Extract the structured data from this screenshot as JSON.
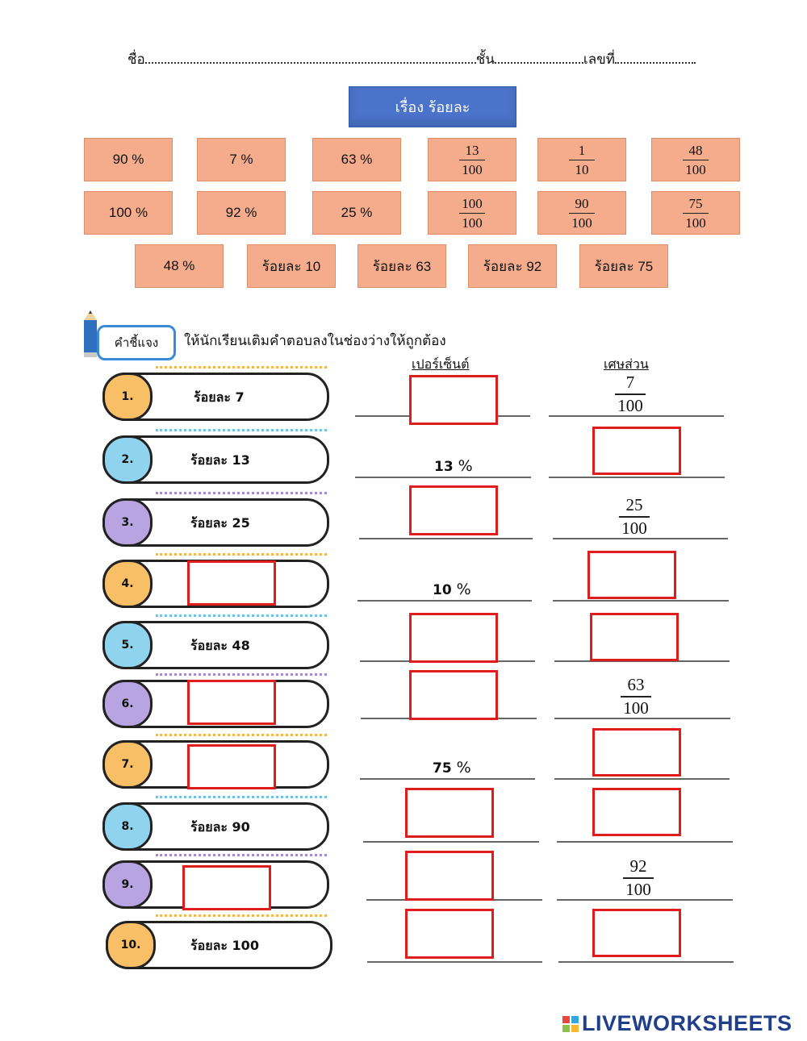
{
  "header": {
    "name_label": "ชื่อ",
    "class_label": "ชั้น",
    "number_label": "เลขที่"
  },
  "title": "เรื่อง  ร้อยละ",
  "tiles": {
    "row1": [
      "90 %",
      "7 %",
      "63 %",
      {
        "num": "13",
        "den": "100"
      },
      {
        "num": "1",
        "den": "10"
      },
      {
        "num": "48",
        "den": "100"
      }
    ],
    "row2": [
      "100 %",
      "92 %",
      "25 %",
      {
        "num": "100",
        "den": "100"
      },
      {
        "num": "90",
        "den": "100"
      },
      {
        "num": "75",
        "den": "100"
      }
    ],
    "row3": [
      "48 %",
      "ร้อยละ 10",
      "ร้อยละ 63",
      "ร้อยละ 92",
      "ร้อยละ 75"
    ]
  },
  "instruction": {
    "label": "คำชี้แจง",
    "text": "ให้นักเรียนเติมคำตอบลงในช่องว่างให้ถูกต้อง"
  },
  "columns": {
    "percent": "เปอร์เซ็นต์",
    "fraction": "เศษส่วน"
  },
  "rows": [
    {
      "num": "1.",
      "label": "ร้อยละ   7",
      "percent": null,
      "fraction": {
        "num": "7",
        "den": "100"
      }
    },
    {
      "num": "2.",
      "label": "ร้อยละ   13",
      "percent": {
        "value": "13",
        "sign": "%"
      },
      "fraction": null
    },
    {
      "num": "3.",
      "label": "ร้อยละ   25",
      "percent": null,
      "fraction": {
        "num": "25",
        "den": "100"
      }
    },
    {
      "num": "4.",
      "label": null,
      "percent": {
        "value": "10",
        "sign": "%"
      },
      "fraction": null
    },
    {
      "num": "5.",
      "label": "ร้อยละ   48",
      "percent": null,
      "fraction": null
    },
    {
      "num": "6.",
      "label": null,
      "percent": null,
      "fraction": {
        "num": "63",
        "den": "100"
      }
    },
    {
      "num": "7.",
      "label": null,
      "percent": {
        "value": "75",
        "sign": "%"
      },
      "fraction": null
    },
    {
      "num": "8.",
      "label": "ร้อยละ   90",
      "percent": null,
      "fraction": null
    },
    {
      "num": "9.",
      "label": null,
      "percent": null,
      "fraction": {
        "num": "92",
        "den": "100"
      }
    },
    {
      "num": "10.",
      "label": "ร้อยละ   100",
      "percent": null,
      "fraction": null
    }
  ],
  "colors": {
    "title_bg": "#4a73c9",
    "tile_bg": "#f4ac8c",
    "answer_box_border": "#e01c1c",
    "num_orange": "#f9bf66",
    "num_blue": "#8fd3ef",
    "num_purple": "#b7a4e0"
  },
  "footer": {
    "logo_text": "LIVEWORKSHEETS"
  }
}
